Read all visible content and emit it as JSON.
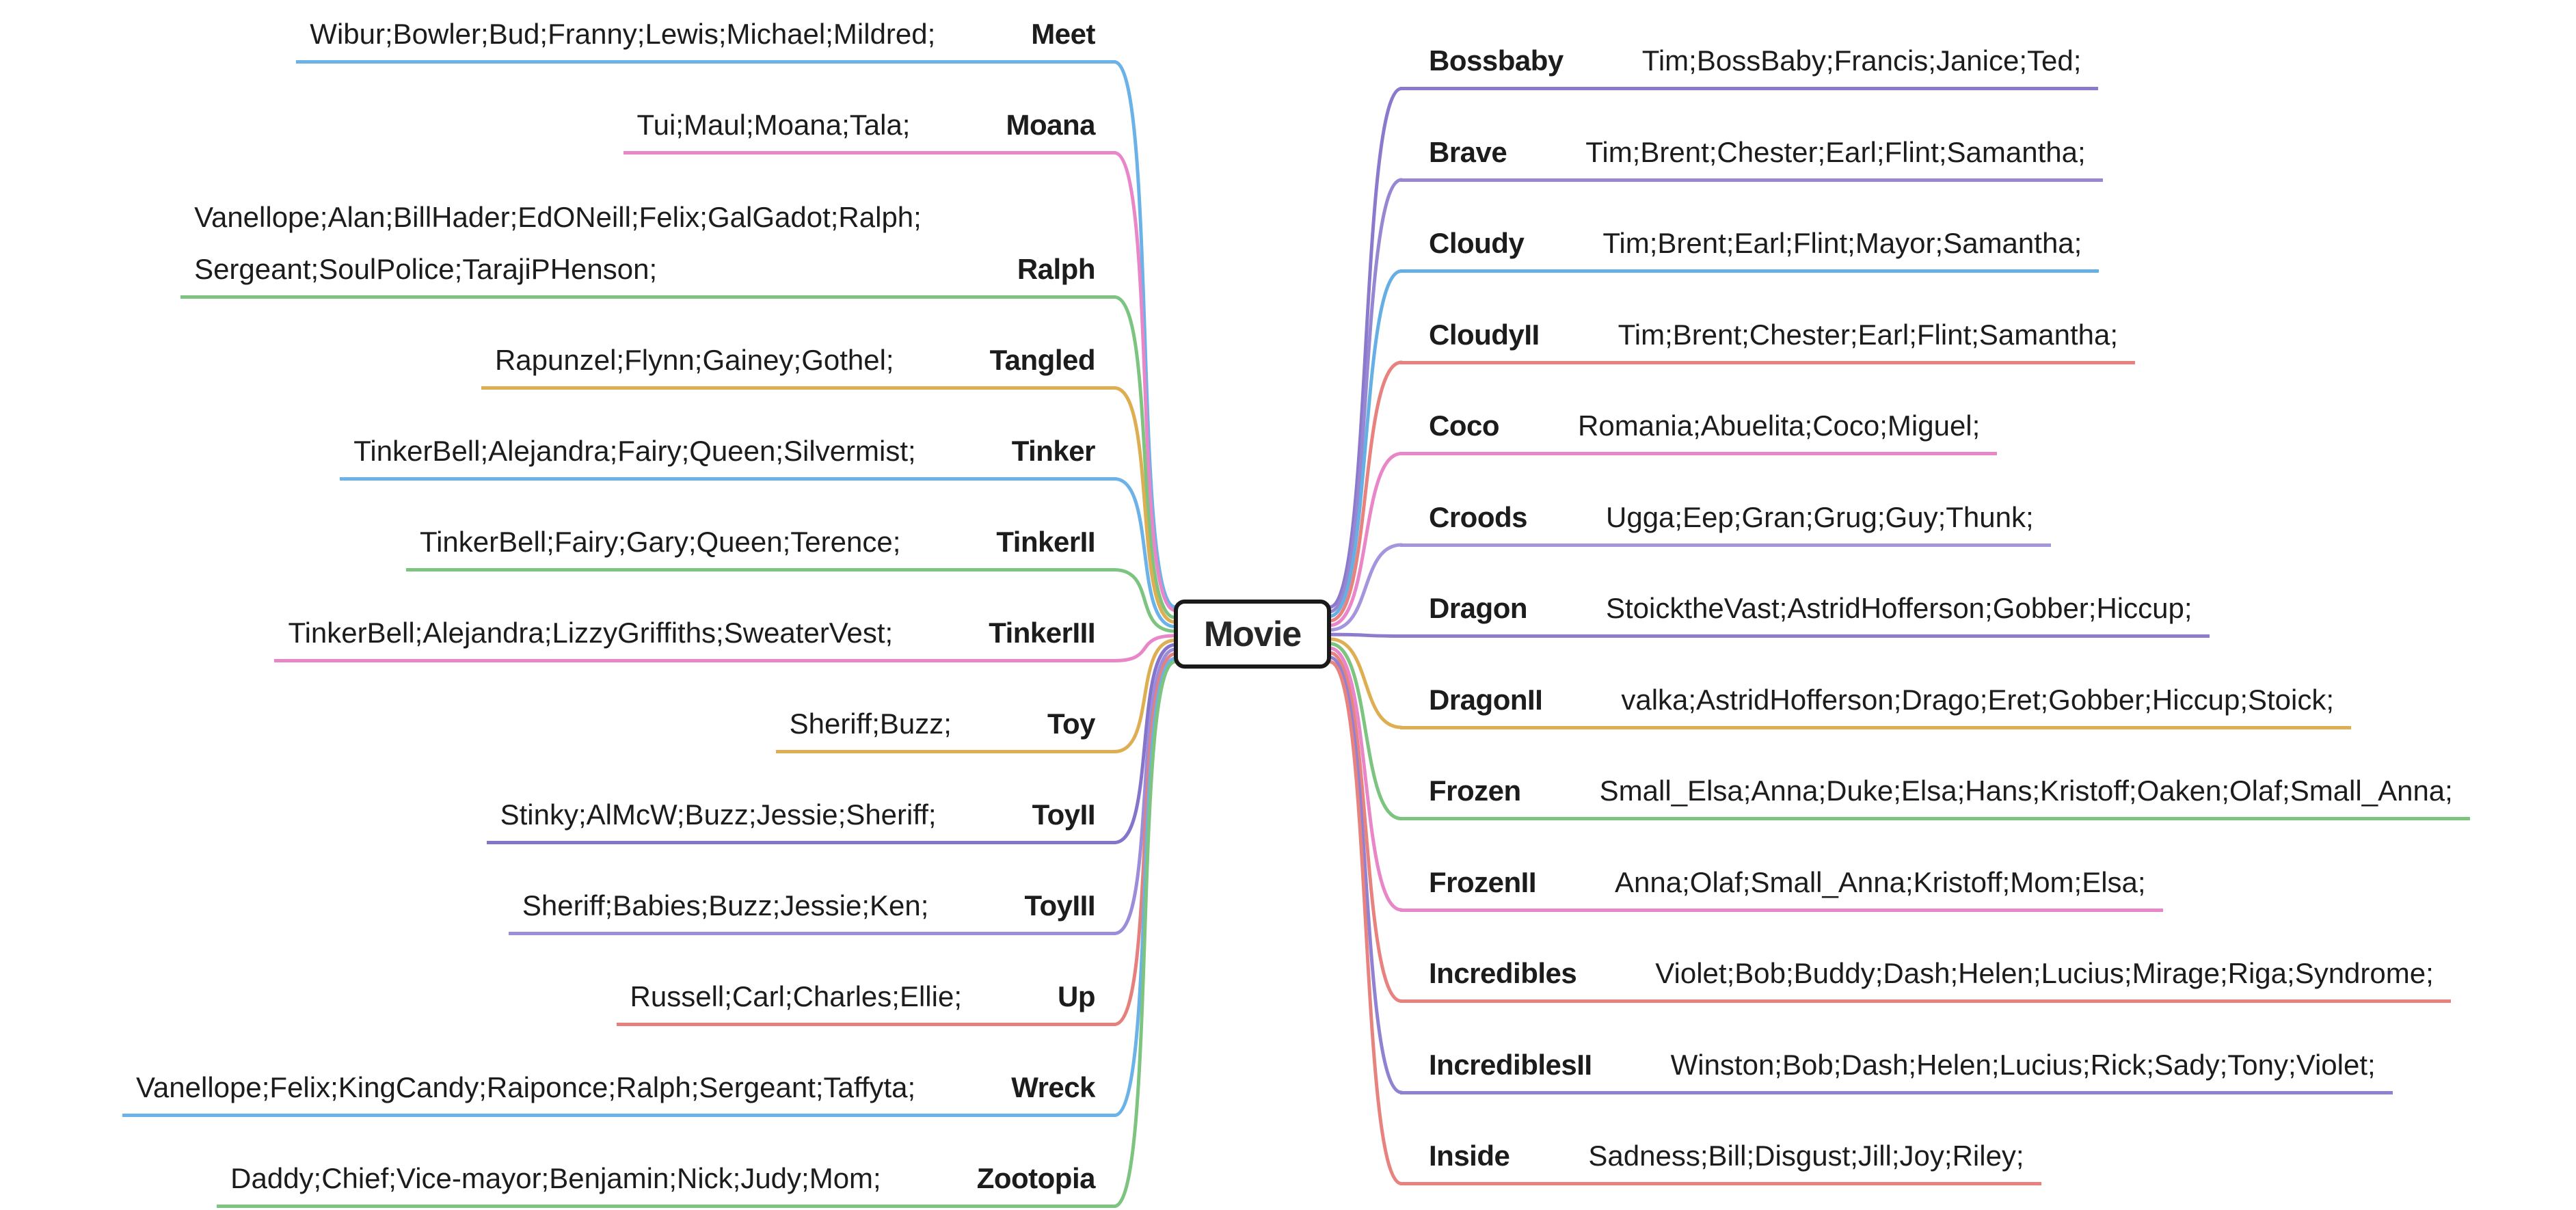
{
  "diagram": {
    "root": {
      "label": "Movie"
    },
    "left_branches": [
      {
        "name": "Meet",
        "characters": [
          "Wibur;Bowler;Bud;Franny;Lewis;Michael;Mildred;"
        ],
        "color": "#6ab2e7"
      },
      {
        "name": "Moana",
        "characters": [
          "Tui;Maul;Moana;Tala;"
        ],
        "color": "#e886c8"
      },
      {
        "name": "Ralph",
        "characters": [
          "Vanellope;Alan;BillHader;EdONeill;Felix;GalGadot;Ralph;",
          "Sergeant;SoulPolice;TarajiPHenson;"
        ],
        "color": "#7cc47f"
      },
      {
        "name": "Tangled",
        "characters": [
          "Rapunzel;Flynn;Gainey;Gothel;"
        ],
        "color": "#ddae52"
      },
      {
        "name": "Tinker",
        "characters": [
          "TinkerBell;Alejandra;Fairy;Queen;Silvermist;"
        ],
        "color": "#6ab2e7"
      },
      {
        "name": "TinkerII",
        "characters": [
          "TinkerBell;Fairy;Gary;Queen;Terence;"
        ],
        "color": "#7cc47f"
      },
      {
        "name": "TinkerIII",
        "characters": [
          "TinkerBell;Alejandra;LizzyGriffiths;SweaterVest;"
        ],
        "color": "#e886c8"
      },
      {
        "name": "Toy",
        "characters": [
          "Sheriff;Buzz;"
        ],
        "color": "#ddae52"
      },
      {
        "name": "ToyII",
        "characters": [
          "Stinky;AlMcW;Buzz;Jessie;Sheriff;"
        ],
        "color": "#8474cb"
      },
      {
        "name": "ToyIII",
        "characters": [
          "Sheriff;Babies;Buzz;Jessie;Ken;"
        ],
        "color": "#9c8cd9"
      },
      {
        "name": "Up",
        "characters": [
          "Russell;Carl;Charles;Ellie;"
        ],
        "color": "#e5807d"
      },
      {
        "name": "Wreck",
        "characters": [
          "Vanellope;Felix;KingCandy;Raiponce;Ralph;Sergeant;Taffyta;"
        ],
        "color": "#6ab2e7"
      },
      {
        "name": "Zootopia",
        "characters": [
          "Daddy;Chief;Vice-mayor;Benjamin;Nick;Judy;Mom;"
        ],
        "color": "#7cc47f"
      }
    ],
    "right_branches": [
      {
        "name": "Bossbaby",
        "characters": [
          "Tim;BossBaby;Francis;Janice;Ted;"
        ],
        "color": "#8b79cd"
      },
      {
        "name": "Brave",
        "characters": [
          "Tim;Brent;Chester;Earl;Flint;Samantha;"
        ],
        "color": "#9787d3"
      },
      {
        "name": "Cloudy",
        "characters": [
          "Tim;Brent;Earl;Flint;Mayor;Samantha;"
        ],
        "color": "#66afe3"
      },
      {
        "name": "CloudyII",
        "characters": [
          "Tim;Brent;Chester;Earl;Flint;Samantha;"
        ],
        "color": "#e8827e"
      },
      {
        "name": "Coco",
        "characters": [
          "Romania;Abuelita;Coco;Miguel;"
        ],
        "color": "#e886c8"
      },
      {
        "name": "Croods",
        "characters": [
          "Ugga;Eep;Gran;Grug;Guy;Thunk;"
        ],
        "color": "#a495dc"
      },
      {
        "name": "Dragon",
        "characters": [
          "StoicktheVast;AstridHofferson;Gobber;Hiccup;"
        ],
        "color": "#8d7bce"
      },
      {
        "name": "DragonII",
        "characters": [
          "valka;AstridHofferson;Drago;Eret;Gobber;Hiccup;Stoick;"
        ],
        "color": "#ddae52"
      },
      {
        "name": "Frozen",
        "characters": [
          "Small_Elsa;Anna;Duke;Elsa;Hans;Kristoff;Oaken;Olaf;Small_Anna;"
        ],
        "color": "#7cc47f"
      },
      {
        "name": "FrozenII",
        "characters": [
          "Anna;Olaf;Small_Anna;Kristoff;Mom;Elsa;"
        ],
        "color": "#e886c8"
      },
      {
        "name": "Incredibles",
        "characters": [
          "Violet;Bob;Buddy;Dash;Helen;Lucius;Mirage;Riga;Syndrome;"
        ],
        "color": "#e8827e"
      },
      {
        "name": "IncrediblesII",
        "characters": [
          "Winston;Bob;Dash;Helen;Lucius;Rick;Sady;Tony;Violet;"
        ],
        "color": "#9181d3"
      },
      {
        "name": "Inside",
        "characters": [
          "Sadness;Bill;Disgust;Jill;Joy;Riley;"
        ],
        "color": "#e8827e"
      }
    ]
  }
}
